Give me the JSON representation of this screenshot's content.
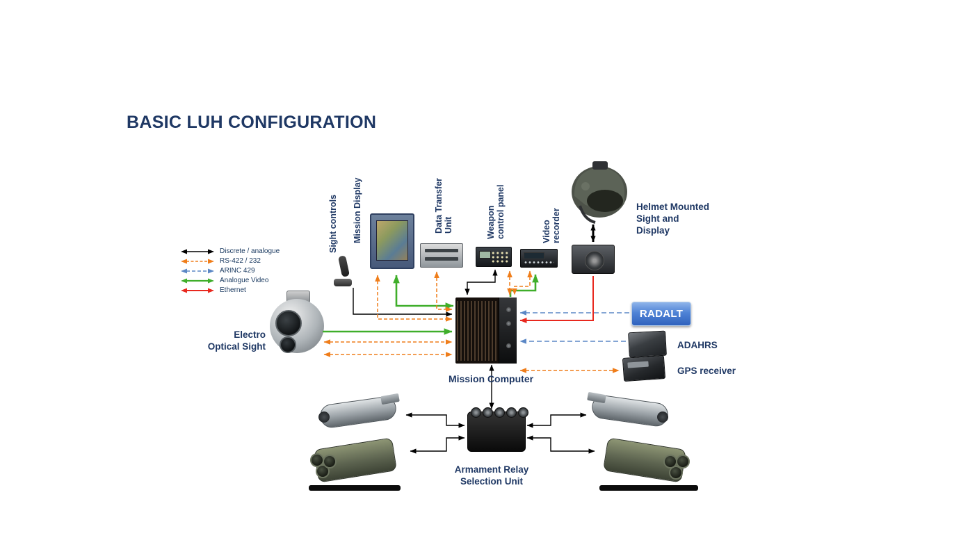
{
  "title": "BASIC LUH CONFIGURATION",
  "legend": {
    "items": [
      {
        "label": "Discrete / analogue",
        "color": "#000000",
        "line": "solid"
      },
      {
        "label": "RS-422 / 232",
        "color": "#ef7d1a",
        "line": "dashed"
      },
      {
        "label": "ARINC 429",
        "color": "#5b87c5",
        "line": "dashed"
      },
      {
        "label": "Analogue Video",
        "color": "#3fae2a",
        "line": "solid"
      },
      {
        "label": "Ethernet",
        "color": "#e8281e",
        "line": "solid"
      }
    ]
  },
  "components": {
    "sight_controls": "Sight controls",
    "mission_display": "Mission Display",
    "data_transfer_unit": "Data Transfer\nUnit",
    "weapon_control_panel": "Weapon\ncontrol panel",
    "video_recorder": "Video\nrecorder",
    "helmet_mounted_sight": "Helmet Mounted\nSight and\nDisplay",
    "electro_optical_sight": "Electro\nOptical Sight",
    "mission_computer": "Mission Computer",
    "radalt": "RADALT",
    "adahrs": "ADAHRS",
    "gps_receiver": "GPS receiver",
    "armament_relay_selection_unit": "Armament Relay\nSelection Unit"
  },
  "connections": [
    {
      "from": "Sight controls",
      "to": "Mission Computer",
      "bus": "Discrete / analogue"
    },
    {
      "from": "Mission Display",
      "to": "Mission Computer",
      "bus": "Analogue Video"
    },
    {
      "from": "Mission Display",
      "to": "Mission Computer",
      "bus": "RS-422 / 232"
    },
    {
      "from": "Data Transfer Unit",
      "to": "Mission Computer",
      "bus": "RS-422 / 232"
    },
    {
      "from": "Weapon control panel",
      "to": "Mission Computer",
      "bus": "Discrete / analogue"
    },
    {
      "from": "Weapon control panel",
      "to": "Mission Computer",
      "bus": "RS-422 / 232"
    },
    {
      "from": "Video recorder",
      "to": "Mission Computer",
      "bus": "Analogue Video"
    },
    {
      "from": "Video recorder",
      "to": "Mission Computer",
      "bus": "RS-422 / 232"
    },
    {
      "from": "Helmet Mounted Sight and Display",
      "to": "Mission Computer",
      "bus": "Ethernet"
    },
    {
      "from": "RADALT",
      "to": "Mission Computer",
      "bus": "ARINC 429"
    },
    {
      "from": "ADAHRS",
      "to": "Mission Computer",
      "bus": "ARINC 429"
    },
    {
      "from": "GPS receiver",
      "to": "Mission Computer",
      "bus": "RS-422 / 232"
    },
    {
      "from": "Electro Optical Sight",
      "to": "Mission Computer",
      "bus": "Analogue Video"
    },
    {
      "from": "Electro Optical Sight",
      "to": "Mission Computer",
      "bus": "RS-422 / 232"
    },
    {
      "from": "Mission Computer",
      "to": "Armament Relay Selection Unit",
      "bus": "Discrete / analogue"
    },
    {
      "from": "Armament Relay Selection Unit",
      "to": "Left gun pod",
      "bus": "Discrete / analogue"
    },
    {
      "from": "Armament Relay Selection Unit",
      "to": "Left rocket launcher",
      "bus": "Discrete / analogue"
    },
    {
      "from": "Armament Relay Selection Unit",
      "to": "Right gun pod",
      "bus": "Discrete / analogue"
    },
    {
      "from": "Armament Relay Selection Unit",
      "to": "Right rocket launcher",
      "bus": "Discrete / analogue"
    }
  ]
}
